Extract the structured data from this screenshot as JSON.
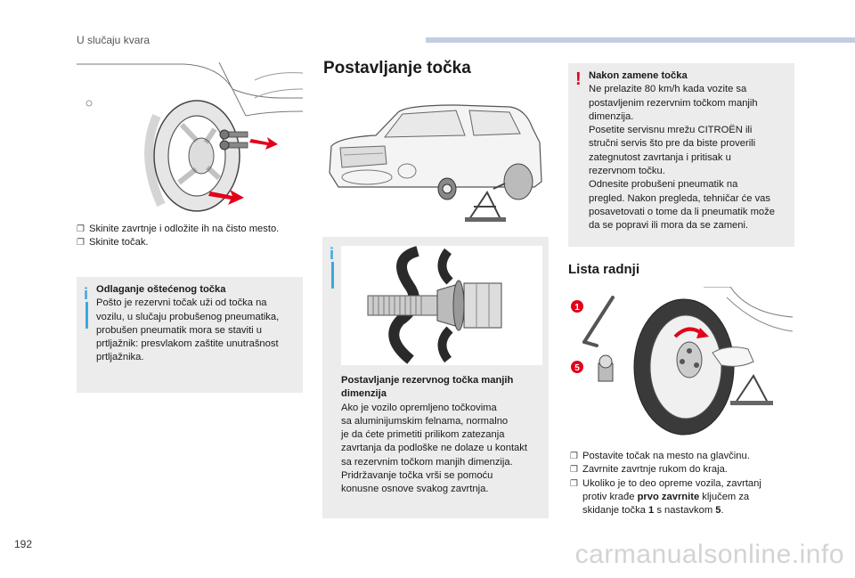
{
  "header": {
    "section": "U slučaju kvara"
  },
  "page_number": "192",
  "watermark": "carmanualsonline.info",
  "left_column": {
    "bullets": [
      "Skinite zavrtnje i odložite ih na čisto mesto.",
      "Skinite točak."
    ],
    "info_box": {
      "title": "Odlaganje oštećenog točka",
      "lines": [
        "Pošto je rezervni točak uži od točka na",
        "vozilu, u slučaju probušenog pneumatika,",
        "probušen pneumatik mora se staviti u",
        "prtljažnik: presvlakom zaštite unutrašnost",
        "prtljažnika."
      ]
    }
  },
  "middle_column": {
    "title": "Postavljanje točka",
    "info_box": {
      "title_lines": [
        "Postavljanje rezervnog točka manjih",
        "dimenzija"
      ],
      "lines": [
        "Ako je vozilo opremljeno točkovima",
        "sa aluminijumskim felnama, normalno",
        "je da ćete primetiti prilikom zatezanja",
        "zavrtanja da podloške ne dolaze u kontakt",
        "sa rezervnim točkom manjih dimenzija.",
        "Pridržavanje točka vrši se pomoću",
        "konusne osnove svakog zavrtnja."
      ]
    }
  },
  "right_column": {
    "warning_box": {
      "title": "Nakon zamene točka",
      "lines": [
        "Ne prelazite 80 km/h kada vozite sa",
        "postavljenim rezervnim točkom manjih",
        "dimenzija.",
        "Posetite servisnu mrežu CITROËN ili",
        "stručni servis što pre da biste proverili",
        "zategnutost zavrtanja i pritisak u",
        "rezervnom točku.",
        "Odnesite probušeni pneumatik na",
        "pregled. Nakon pregleda, tehničar će vas",
        "posavetovati o tome da li pneumatik može",
        "da se popravi ili mora da se zameni."
      ]
    },
    "subtitle": "Lista radnji",
    "callouts": [
      "1",
      "5"
    ],
    "bullets": {
      "b1": "Postavite točak na mesto na glavčinu.",
      "b2": "Zavrnite zavrtnje rukom do kraja.",
      "b3_prefix": "Ukoliko je to deo opreme vozila, zavrtanj",
      "b3_line2_pre": "protiv krađe ",
      "b3_bold": "prvo zavrnite",
      "b3_line2_post": " ključem za",
      "b3_line3_pre": "skidanje točka ",
      "b3_num1": "1",
      "b3_mid": " s nastavkom ",
      "b3_num2": "5",
      "b3_end": "."
    }
  },
  "colors": {
    "accent_blue": "#3aa8e0",
    "warning_red": "#e2001a",
    "arrow_red": "#e2001a",
    "box_gray": "#ececec",
    "header_bar": "#c4cde0"
  },
  "icons": {
    "bullet": "check-box-icon",
    "info": "info-icon",
    "warning": "exclamation-icon"
  }
}
